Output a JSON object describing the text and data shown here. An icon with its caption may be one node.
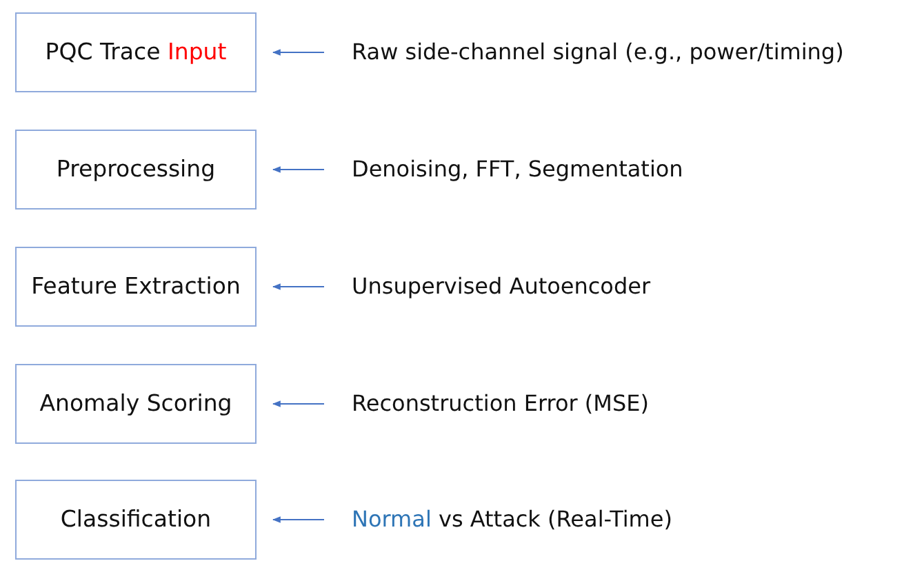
{
  "diagram": {
    "nodes": [
      {
        "text": [
          "PQC Trace **Input**"
        ]
      },
      {
        "text": [
          "Raw side-channel signal (e.g., power/timing)"
        ]
      },
      {
        "text": [
          "Preprocessing"
        ]
      },
      {
        "text": [
          "Denoising, FFT, Segmentation"
        ]
      },
      {
        "text": [
          "Feature Extraction"
        ]
      },
      {
        "text": [
          "Unsupervised Autoencoder"
        ]
      },
      {
        "text": [
          "Anomaly Scoring"
        ]
      },
      {
        "text": [
          "Reconstruction Error (MSE)"
        ]
      },
      {
        "text": [
          "Classification"
        ]
      },
      {
        "text": [
          "**Normal** vs Attack (Real-Time)"
        ]
      }
    ],
    "edges": [
      {
        "from": 1,
        "to": 0,
        "arrow": "to"
      },
      {
        "from": 3,
        "to": 2,
        "arrow": "to"
      },
      {
        "from": 5,
        "to": 4,
        "arrow": "to"
      },
      {
        "from": 7,
        "to": 6,
        "arrow": "to"
      },
      {
        "from": 9,
        "to": 8,
        "arrow": "to"
      }
    ]
  }
}
